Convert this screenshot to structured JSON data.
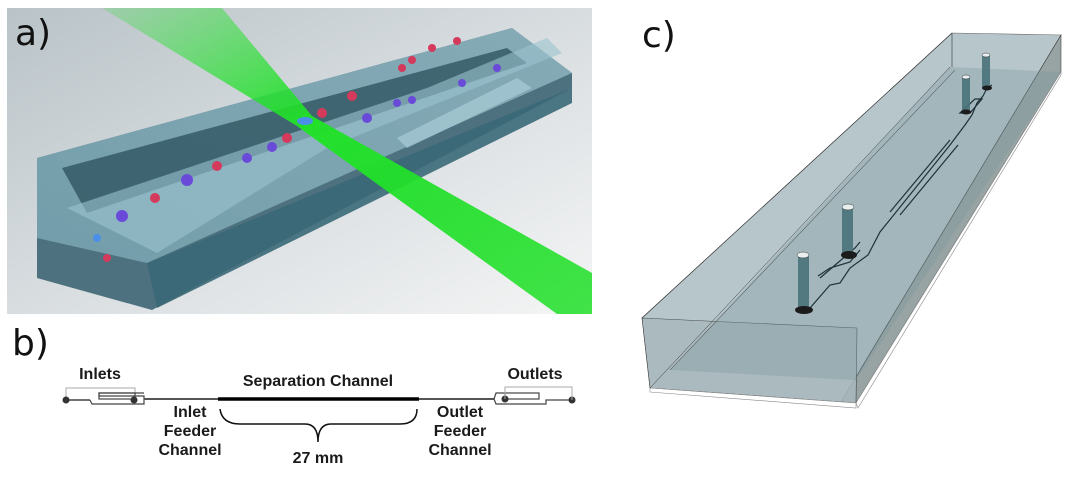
{
  "figure": {
    "panel_a": {
      "label": "a)",
      "description": "3D render of microfluidic separation channel with focused green laser beam and red/blue particles splitting into two outlet channels"
    },
    "panel_b": {
      "label": "b)",
      "labels": {
        "inlets": "Inlets",
        "outlets": "Outlets",
        "separation_channel": "Separation Channel",
        "inlet_feeder": [
          "Inlet",
          "Feeder",
          "Channel"
        ],
        "outlet_feeder": [
          "Outlet",
          "Feeder",
          "Channel"
        ],
        "length": "27 mm"
      }
    },
    "panel_c": {
      "label": "c)",
      "description": "3D CAD model of transparent chip block with embedded channel network and four port tubes"
    },
    "colors": {
      "laser_green": "#22e02a",
      "chip_blue": "#5d8b99",
      "particle_red": "#d43a5c",
      "particle_blue": "#6a4ad8",
      "cad_block": "#9fb4ba"
    }
  }
}
